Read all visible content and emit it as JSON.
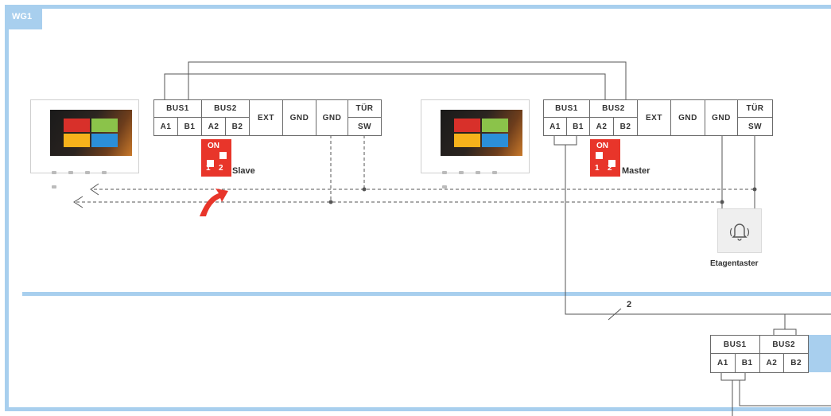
{
  "group_label": "WG1",
  "monitors": [
    {
      "terminals_top": [
        "BUS1",
        "BUS2"
      ],
      "terminals_sub": [
        "A1",
        "B1",
        "A2",
        "B2"
      ],
      "terminals_single": [
        "EXT",
        "GND",
        "GND"
      ],
      "door_top": "TÜR",
      "door_bottom": "SW",
      "dip": {
        "on_label": "ON",
        "num1": "1",
        "num2": "2"
      },
      "role_label": "Slave"
    },
    {
      "terminals_top": [
        "BUS1",
        "BUS2"
      ],
      "terminals_sub": [
        "A1",
        "B1",
        "A2",
        "B2"
      ],
      "terminals_single": [
        "EXT",
        "GND",
        "GND"
      ],
      "door_top": "TÜR",
      "door_bottom": "SW",
      "dip": {
        "on_label": "ON",
        "num1": "1",
        "num2": "2"
      },
      "role_label": "Master"
    }
  ],
  "floor_button_label": "Etagentaster",
  "wire_count_label": "2",
  "lower_unit": {
    "terminals_top": [
      "BUS1",
      "BUS2"
    ],
    "terminals_sub": [
      "A1",
      "B1",
      "A2",
      "B2"
    ]
  },
  "colors": {
    "frame": "#a8cfee",
    "dip_switch": "#e8352a",
    "arrow": "#e8352a",
    "wire": "#555555"
  },
  "icons": [
    "monitor-icon",
    "bell-icon",
    "curved-arrow-icon",
    "arrow-left-icon"
  ]
}
